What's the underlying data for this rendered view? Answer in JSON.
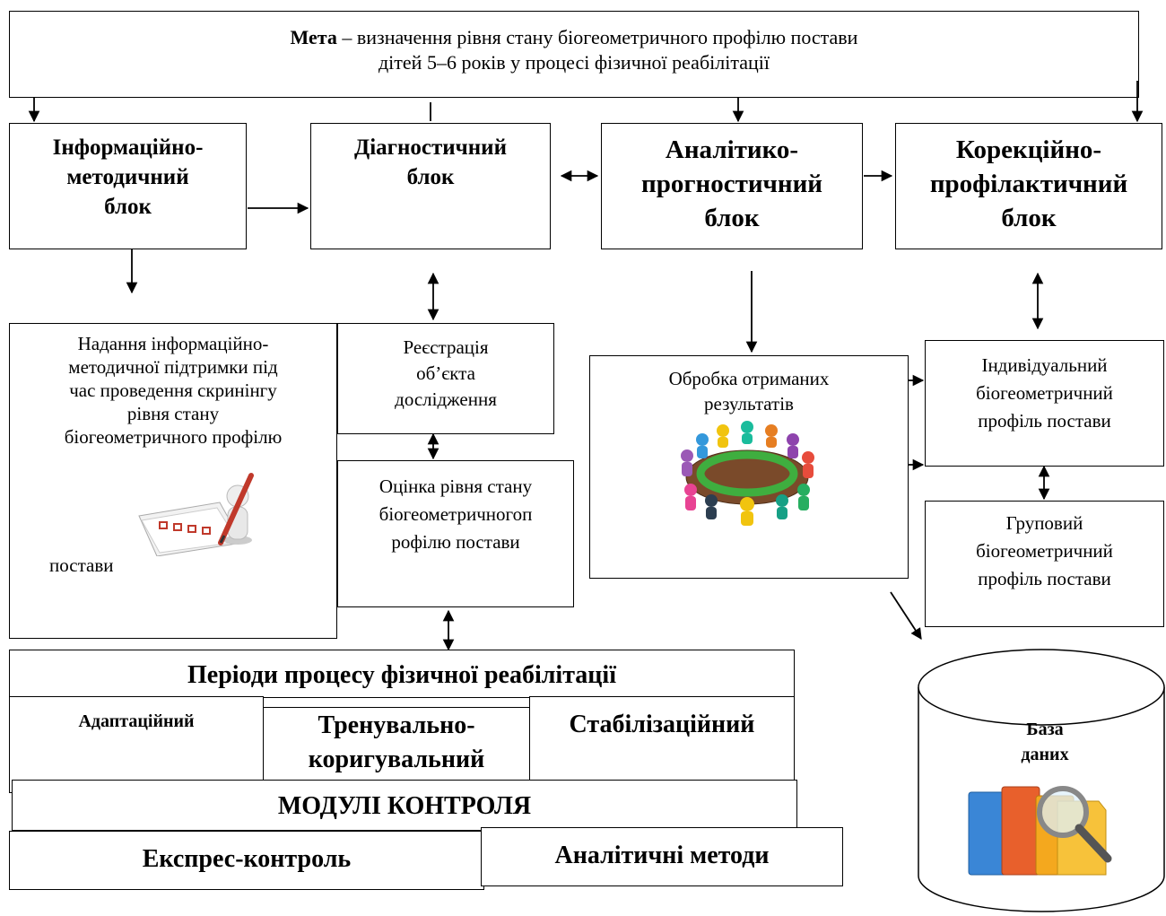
{
  "goal": {
    "bold": "Мета",
    "line1_rest": " – визначення рівня стану біогеометричного профілю постави",
    "line2": "дітей 5–6 років у процесі фізичної реабілітації"
  },
  "blocks": {
    "info": [
      "Інформаційно-",
      "методичний",
      "блок"
    ],
    "diag": [
      "Діагностичний",
      "блок"
    ],
    "analytic": [
      "Аналітико-",
      "прогностичний",
      "блок"
    ],
    "correct": [
      "Корекційно-",
      "профілактичний",
      "блок"
    ]
  },
  "info_support": {
    "lines": [
      "Надання інформаційно-",
      "методичної підтримки під",
      "час проведення скринінгу",
      "рівня стану",
      "біогеометричного профілю"
    ],
    "tail": "постави",
    "icon": "checklist-pencil-icon"
  },
  "registration": [
    "Реєстрація",
    "об’єкта",
    "дослідження"
  ],
  "assessment": [
    "Оцінка рівня стану",
    "біогеометричногоп",
    "рофілю постави"
  ],
  "processing": {
    "lines": [
      "Обробка отриманих",
      "результатів"
    ],
    "icon": "team-meeting-icon"
  },
  "individual": [
    "Індивідуальний",
    "біогеометричний",
    "профіль постави"
  ],
  "group": [
    "Груповий",
    "біогеометричний",
    "профіль постави"
  ],
  "periods": {
    "title": "Періоди процесу фізичної реабілітації",
    "adaptive": "Адаптаційний",
    "training": [
      "Тренувально-",
      "коригувальний"
    ],
    "stabilizing": "Стабілізаційний"
  },
  "modules": {
    "title": "МОДУЛІ КОНТРОЛЯ",
    "express": "Експрес-контроль",
    "analytic_methods": "Аналітичні методи"
  },
  "database": {
    "lines": [
      "База",
      "даних"
    ],
    "icon": "folders-magnifier-icon"
  }
}
